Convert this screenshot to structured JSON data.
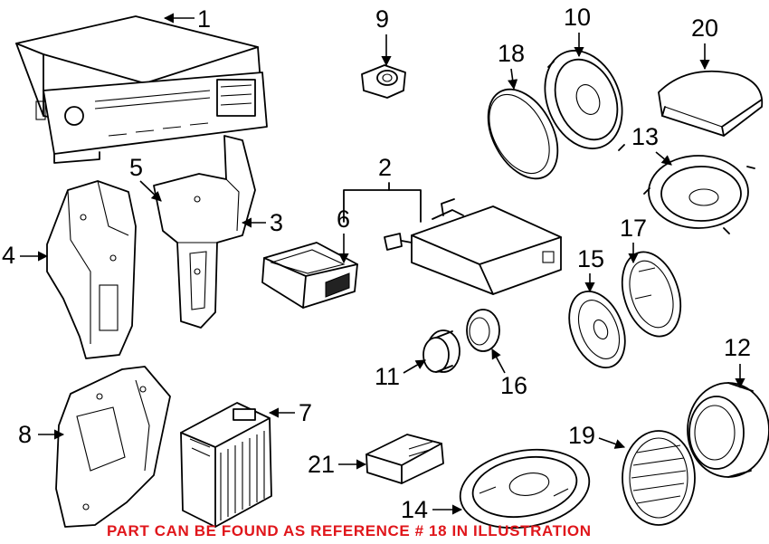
{
  "diagram": {
    "callouts": [
      "1",
      "2",
      "3",
      "4",
      "5",
      "6",
      "7",
      "8",
      "9",
      "10",
      "11",
      "12",
      "13",
      "14",
      "15",
      "16",
      "17",
      "18",
      "19",
      "20",
      "21"
    ],
    "notice": "PART CAN BE FOUND AS REFERENCE # 18 IN ILLUSTRATION",
    "colors": {
      "notice": "#e0161b",
      "line": "#000000",
      "background": "#ffffff"
    }
  }
}
